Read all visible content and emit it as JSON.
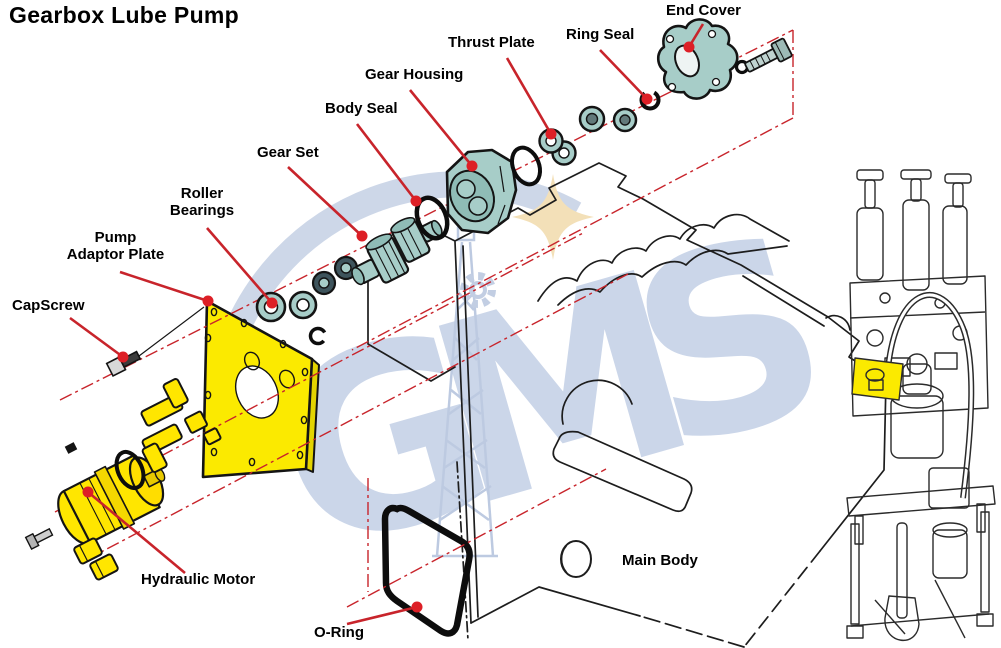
{
  "title": "Gearbox Lube Pump",
  "watermark": {
    "text": "GMS"
  },
  "labels": {
    "cap_screw": "CapScrew",
    "pump_adaptor_plate": "Pump\nAdaptor Plate",
    "roller_bearings": "Roller\nBearings",
    "gear_set": "Gear Set",
    "body_seal": "Body Seal",
    "gear_housing": "Gear Housing",
    "thrust_plate": "Thrust Plate",
    "ring_seal": "Ring Seal",
    "end_cover": "End Cover",
    "hydraulic_motor": "Hydraulic Motor",
    "o_ring": "O-Ring",
    "main_body": "Main Body"
  },
  "colors": {
    "label_text": "#000000",
    "leader_red": "#C8242B",
    "leader_dot_red": "#DD1F26",
    "part_teal": "#A7CDC8",
    "part_teal_shade": "#8FBCB6",
    "highlight_yellow": "#FBEA00",
    "line_black": "#141414",
    "watermark_blue": "#CBD6E9",
    "watermark_star": "#F3E0B8"
  }
}
